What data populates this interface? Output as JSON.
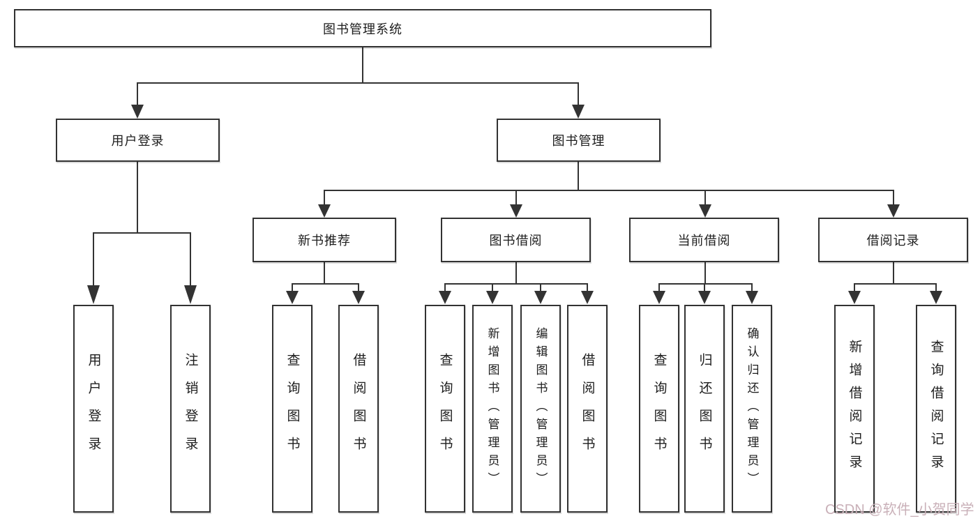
{
  "colors": {
    "line": "#333333",
    "border": "#323232",
    "text": "#1d1d1d",
    "watermark": "#c9b0b8",
    "background": "#ffffff"
  },
  "watermark": {
    "text": "CSDN @软件_小贺同学"
  },
  "tree": {
    "root": {
      "label": "图书管理系统",
      "children": [
        {
          "label": "用户登录",
          "children": [
            {
              "label": "用户登录"
            },
            {
              "label": "注销登录"
            }
          ]
        },
        {
          "label": "图书管理",
          "children": [
            {
              "label": "新书推荐",
              "children": [
                {
                  "label": "查询图书"
                },
                {
                  "label": "借阅图书"
                }
              ]
            },
            {
              "label": "图书借阅",
              "children": [
                {
                  "label": "查询图书"
                },
                {
                  "label": "新增图书（管理员）"
                },
                {
                  "label": "编辑图书（管理员）"
                },
                {
                  "label": "借阅图书"
                }
              ]
            },
            {
              "label": "当前借阅",
              "children": [
                {
                  "label": "查询图书"
                },
                {
                  "label": "归还图书"
                },
                {
                  "label": "确认归还（管理员）"
                }
              ]
            },
            {
              "label": "借阅记录",
              "children": [
                {
                  "label": "新增借阅记录"
                },
                {
                  "label": "查询借阅记录"
                }
              ]
            }
          ]
        }
      ]
    }
  }
}
